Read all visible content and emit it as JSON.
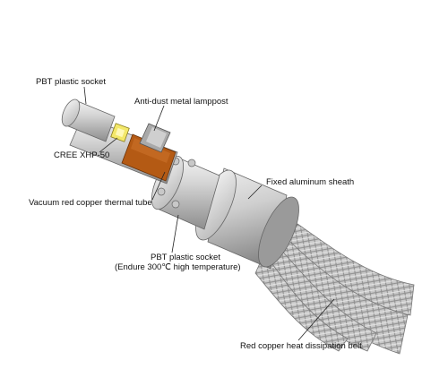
{
  "labels": {
    "pbt_socket_top": "PBT plastic socket",
    "anti_dust_lamppost": "Anti-dust metal lamppost",
    "cree_chip": "CREE XHP-50",
    "vacuum_tube": "Vacuum red copper thermal tube",
    "aluminum_sheath": "Fixed aluminum sheath",
    "pbt_socket_bottom_line1": "PBT plastic socket",
    "pbt_socket_bottom_line2": "(Endure 300℃ high temperature)",
    "heat_belt": "Red copper heat dissipation belt"
  },
  "colors": {
    "background": "#ffffff",
    "body_light": "#e2e2e2",
    "body_mid": "#bdbdbd",
    "body_dark": "#8c8c8c",
    "copper": "#b45a14",
    "led_yellow": "#f3e86a",
    "outline": "#555555",
    "leader_line": "#222222"
  }
}
